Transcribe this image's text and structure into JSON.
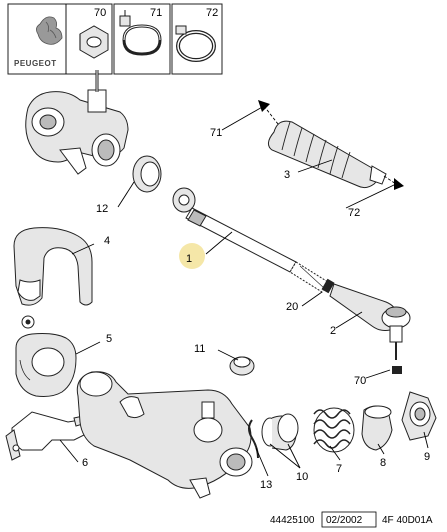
{
  "header": {
    "brand": "PEUGEOT",
    "boxes": [
      {
        "number": "70",
        "icon": "nut-icon"
      },
      {
        "number": "71",
        "icon": "hose-clamp-icon"
      },
      {
        "number": "72",
        "icon": "band-clamp-icon"
      }
    ]
  },
  "callouts": {
    "c1": "1",
    "c2": "2",
    "c3": "3",
    "c4": "4",
    "c5": "5",
    "c6": "6",
    "c7": "7",
    "c8": "8",
    "c9": "9",
    "c10": "10",
    "c11": "11",
    "c12": "12",
    "c13": "13",
    "c20": "20",
    "c70": "70",
    "c71": "71",
    "c72": "72"
  },
  "footer": {
    "ref": "44425100",
    "date": "02/2002",
    "code": "4F 40D01A"
  }
}
